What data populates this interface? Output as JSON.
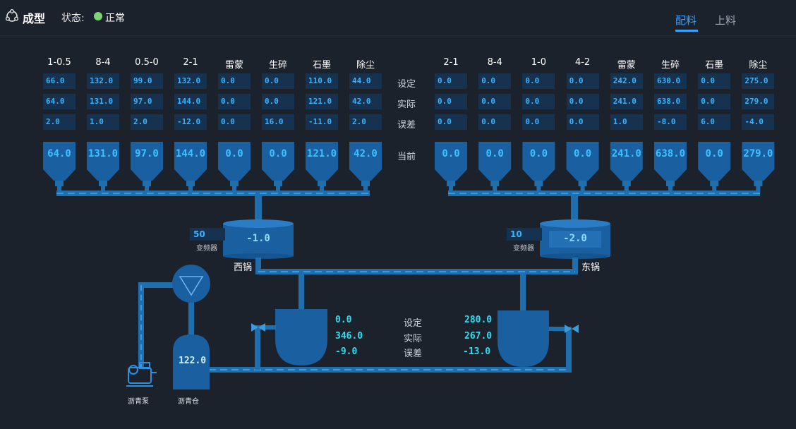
{
  "header": {
    "title": "成型",
    "status_label": "状态:",
    "status_text": "正常",
    "status_color": "#7ed37a",
    "tabs": [
      {
        "label": "配料",
        "active": true
      },
      {
        "label": "上料",
        "active": false
      }
    ]
  },
  "row_labels": {
    "set": "设定",
    "actual": "实际",
    "error": "误差",
    "current": "当前"
  },
  "west": {
    "columns": [
      {
        "label": "1-0.5",
        "set": "66.0",
        "actual": "64.0",
        "error": "2.0",
        "current": "64.0"
      },
      {
        "label": "8-4",
        "set": "132.0",
        "actual": "131.0",
        "error": "1.0",
        "current": "131.0"
      },
      {
        "label": "0.5-0",
        "set": "99.0",
        "actual": "97.0",
        "error": "2.0",
        "current": "97.0"
      },
      {
        "label": "2-1",
        "set": "132.0",
        "actual": "144.0",
        "error": "-12.0",
        "current": "144.0"
      },
      {
        "label": "雷蒙",
        "set": "0.0",
        "actual": "0.0",
        "error": "0.0",
        "current": "0.0"
      },
      {
        "label": "生碎",
        "set": "0.0",
        "actual": "0.0",
        "error": "16.0",
        "current": "0.0"
      },
      {
        "label": "石墨",
        "set": "110.0",
        "actual": "121.0",
        "error": "-11.0",
        "current": "121.0"
      },
      {
        "label": "除尘",
        "set": "44.0",
        "actual": "42.0",
        "error": "2.0",
        "current": "42.0"
      }
    ],
    "pot_name": "西锅",
    "pot_value": "-1.0",
    "freq_value": "50",
    "freq_label": "变频器"
  },
  "east": {
    "columns": [
      {
        "label": "2-1",
        "set": "0.0",
        "actual": "0.0",
        "error": "0.0",
        "current": "0.0"
      },
      {
        "label": "8-4",
        "set": "0.0",
        "actual": "0.0",
        "error": "0.0",
        "current": "0.0"
      },
      {
        "label": "1-0",
        "set": "0.0",
        "actual": "0.0",
        "error": "0.0",
        "current": "0.0"
      },
      {
        "label": "4-2",
        "set": "0.0",
        "actual": "0.0",
        "error": "0.0",
        "current": "0.0"
      },
      {
        "label": "雷蒙",
        "set": "242.0",
        "actual": "241.0",
        "error": "1.0",
        "current": "241.0"
      },
      {
        "label": "生碎",
        "set": "630.0",
        "actual": "638.0",
        "error": "-8.0",
        "current": "638.0"
      },
      {
        "label": "石墨",
        "set": "0.0",
        "actual": "0.0",
        "error": "6.0",
        "current": "0.0"
      },
      {
        "label": "除尘",
        "set": "275.0",
        "actual": "279.0",
        "error": "-4.0",
        "current": "279.0"
      }
    ],
    "pot_name": "东锅",
    "pot_value": "-2.0",
    "freq_value": "10",
    "freq_label": "变频器"
  },
  "mixer": {
    "west_values": {
      "set": "0.0",
      "actual": "346.0",
      "error": "-9.0"
    },
    "east_values": {
      "set": "280.0",
      "actual": "267.0",
      "error": "-13.0"
    },
    "labels": {
      "set": "设定",
      "actual": "实际",
      "error": "误差"
    }
  },
  "asphalt": {
    "tank_value": "122.0",
    "tank_label": "沥青仓",
    "pump_label": "沥青泵"
  },
  "colors": {
    "background": "#1b222c",
    "pipe": "#1f6fae",
    "hopper": "#1a5f9f",
    "value_text": "#39b3ff",
    "accent": "#3aa0ff"
  }
}
